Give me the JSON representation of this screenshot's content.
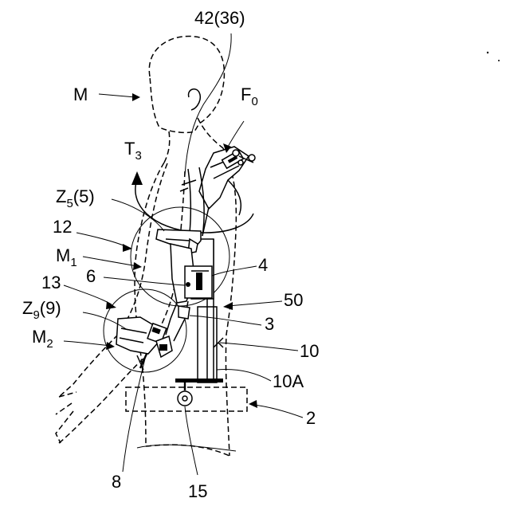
{
  "labels": {
    "ref_42_36": "42(36)",
    "F": "F",
    "F_sub": "0",
    "M": "M",
    "T": "T",
    "T_sub": "3",
    "Z5": "Z",
    "Z5_sub": "5",
    "Z5_paren": "(5)",
    "ref_12": "12",
    "M1": "M",
    "M1_sub": "1",
    "ref_4": "4",
    "ref_6": "6",
    "ref_13": "13",
    "ref_50": "50",
    "Z9": "Z",
    "Z9_sub": "9",
    "Z9_paren": "(9)",
    "ref_3": "3",
    "M2": "M",
    "M2_sub": "2",
    "ref_10": "10",
    "ref_10A": "10A",
    "ref_2": "2",
    "ref_8": "8",
    "ref_15": "15"
  }
}
